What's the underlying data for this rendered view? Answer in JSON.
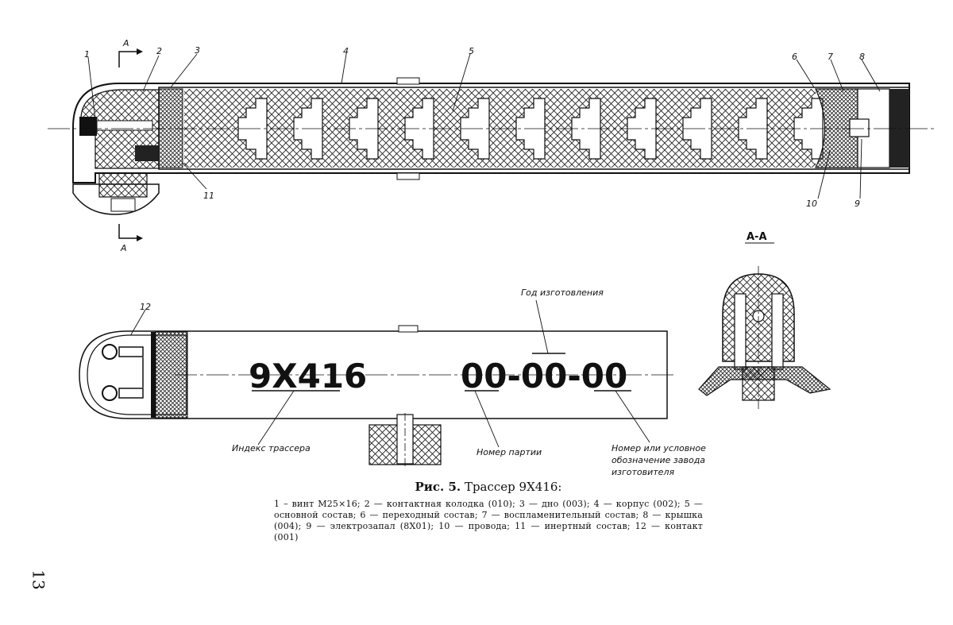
{
  "section_mark": "А",
  "section_title": "А-А",
  "callouts": [
    "1",
    "2",
    "3",
    "4",
    "5",
    "6",
    "7",
    "8",
    "9",
    "10",
    "11",
    "12"
  ],
  "marking": {
    "index": "9Х416",
    "code": "00-00-00"
  },
  "annotations": {
    "year": "Год изготовления",
    "index_label": "Индекс трассера",
    "batch": "Номер партии",
    "plant_line1": "Номер или условное",
    "plant_line2": "обозначение завода",
    "plant_line3": "изготовителя"
  },
  "caption": {
    "fig": "Рис. 5.",
    "title": "Трассер 9Х416:",
    "text": "1 – винт М25×16; 2 — контактная колодка (010); 3 — дно (003); 4 — корпус (002); 5 — основной состав; 6 — переходный состав; 7 — воспламенительный состав; 8 — крышка (004); 9 — электрозапал (8Х01); 10 — провода; 11 — инертный состав; 12 — контакт (001)"
  },
  "page_number": "13"
}
